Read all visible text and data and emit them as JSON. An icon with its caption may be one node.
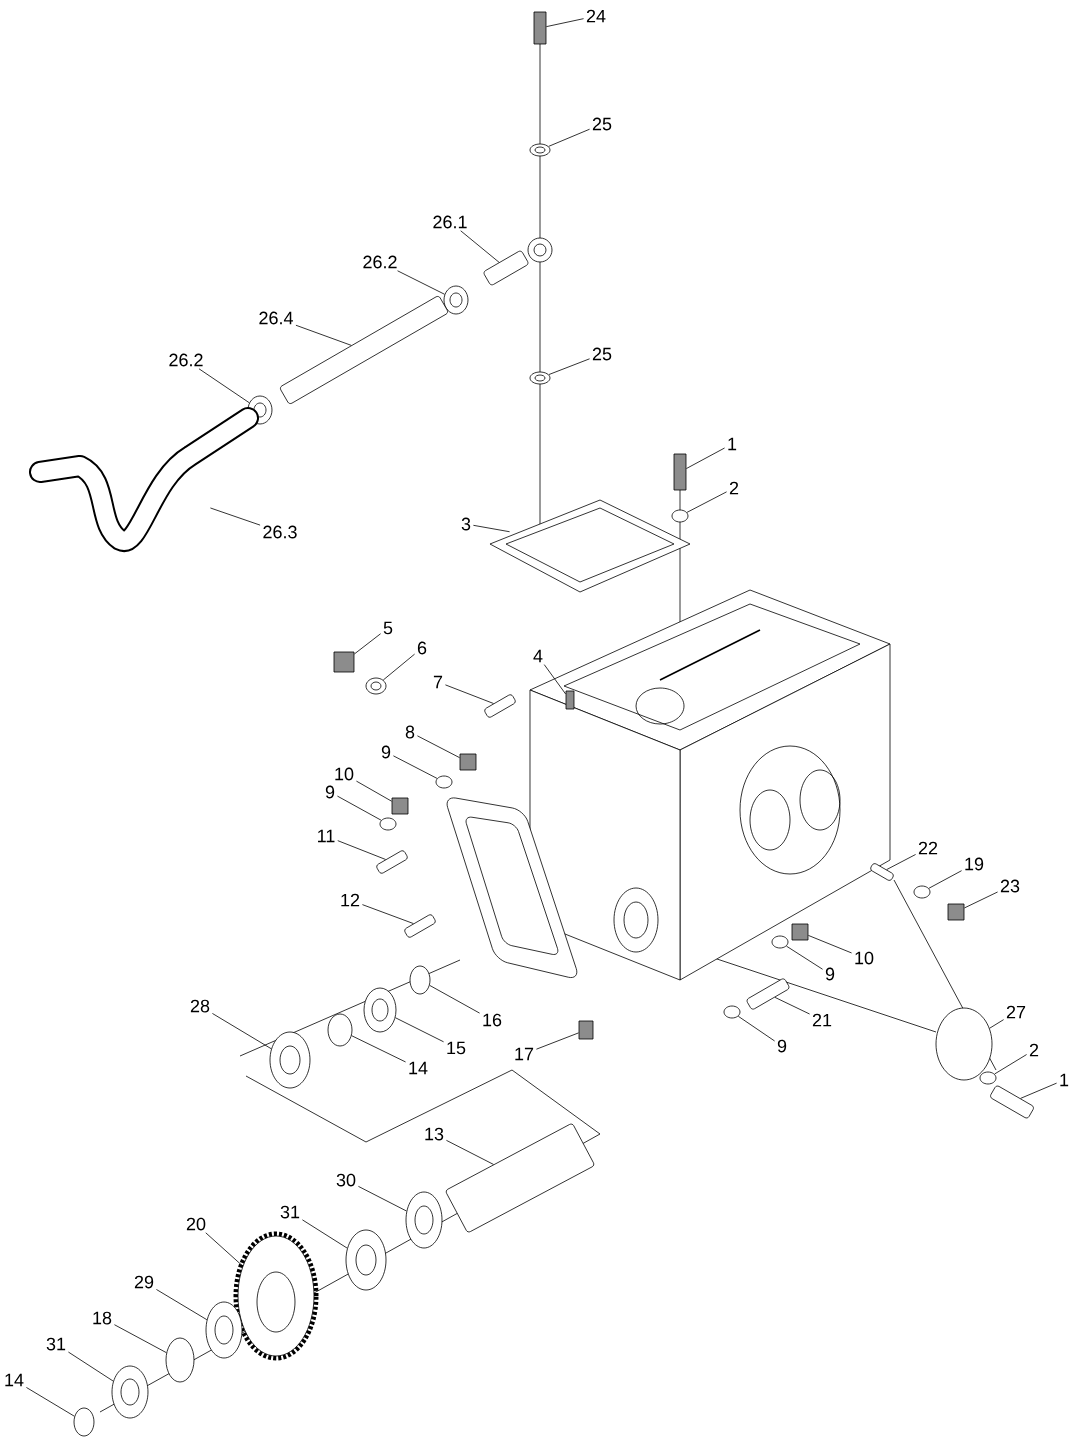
{
  "diagram": {
    "nodes": [
      {
        "text": [
          "24"
        ]
      },
      {
        "text": [
          "25"
        ]
      },
      {
        "text": [
          "26.1"
        ]
      },
      {
        "text": [
          "26.2"
        ]
      },
      {
        "text": [
          "26.4"
        ]
      },
      {
        "text": [
          "26.2"
        ]
      },
      {
        "text": [
          "26.3"
        ]
      },
      {
        "text": [
          "25"
        ]
      },
      {
        "text": [
          "1"
        ]
      },
      {
        "text": [
          "2"
        ]
      },
      {
        "text": [
          "3"
        ]
      },
      {
        "text": [
          "5"
        ]
      },
      {
        "text": [
          "6"
        ]
      },
      {
        "text": [
          "4"
        ]
      },
      {
        "text": [
          "7"
        ]
      },
      {
        "text": [
          "8"
        ]
      },
      {
        "text": [
          "9"
        ]
      },
      {
        "text": [
          "10"
        ]
      },
      {
        "text": [
          "9"
        ]
      },
      {
        "text": [
          "11"
        ]
      },
      {
        "text": [
          "12"
        ]
      },
      {
        "text": [
          "22"
        ]
      },
      {
        "text": [
          "19"
        ]
      },
      {
        "text": [
          "23"
        ]
      },
      {
        "text": [
          "10"
        ]
      },
      {
        "text": [
          "9"
        ]
      },
      {
        "text": [
          "21"
        ]
      },
      {
        "text": [
          "9"
        ]
      },
      {
        "text": [
          "17"
        ]
      },
      {
        "text": [
          "16"
        ]
      },
      {
        "text": [
          "15"
        ]
      },
      {
        "text": [
          "14"
        ]
      },
      {
        "text": [
          "28"
        ]
      },
      {
        "text": [
          "27"
        ]
      },
      {
        "text": [
          "2"
        ]
      },
      {
        "text": [
          "1"
        ]
      },
      {
        "text": [
          "13"
        ]
      },
      {
        "text": [
          "30"
        ]
      },
      {
        "text": [
          "31"
        ]
      },
      {
        "text": [
          "20"
        ]
      },
      {
        "text": [
          "29"
        ]
      },
      {
        "text": [
          "18"
        ]
      },
      {
        "text": [
          "31"
        ]
      },
      {
        "text": [
          "14"
        ]
      },
      {
        "text": [],
        "shape": "box"
      },
      {
        "text": [],
        "shape": "circle"
      },
      {
        "text": [],
        "shape": "bar"
      },
      {
        "text": [],
        "shape": "circle"
      },
      {
        "text": [],
        "shape": "bar"
      },
      {
        "text": [],
        "shape": "circle"
      },
      {
        "text": [],
        "shape": "picture"
      },
      {
        "text": [],
        "shape": "circle"
      },
      {
        "text": [],
        "shape": "box"
      },
      {
        "text": [],
        "shape": "circle"
      },
      {
        "text": [],
        "shape": "picture"
      },
      {
        "text": [],
        "shape": "box"
      },
      {
        "text": [],
        "shape": "circle"
      },
      {
        "text": [],
        "shape": "box"
      },
      {
        "text": [],
        "shape": "bar"
      },
      {
        "text": [],
        "shape": "box"
      },
      {
        "text": [],
        "shape": "circle"
      },
      {
        "text": [],
        "shape": "box"
      },
      {
        "text": [],
        "shape": "circle"
      },
      {
        "text": [],
        "shape": "bar"
      },
      {
        "text": [],
        "shape": "bar"
      },
      {
        "text": [],
        "shape": "bar"
      },
      {
        "text": [],
        "shape": "circle"
      },
      {
        "text": [],
        "shape": "box"
      },
      {
        "text": [],
        "shape": "box"
      },
      {
        "text": [],
        "shape": "circle"
      },
      {
        "text": [],
        "shape": "bar"
      },
      {
        "text": [],
        "shape": "circle"
      },
      {
        "text": [],
        "shape": "box"
      },
      {
        "text": [],
        "shape": "circle"
      },
      {
        "text": [],
        "shape": "circle"
      },
      {
        "text": [],
        "shape": "circle"
      },
      {
        "text": [],
        "shape": "circle"
      },
      {
        "text": [],
        "shape": "circle"
      },
      {
        "text": [],
        "shape": "circle"
      },
      {
        "text": [],
        "shape": "bar"
      },
      {
        "text": [],
        "shape": "bar"
      },
      {
        "text": [],
        "shape": "circle"
      },
      {
        "text": [],
        "shape": "circle"
      },
      {
        "text": [],
        "shape": "circle"
      },
      {
        "text": [],
        "shape": "circle"
      },
      {
        "text": [],
        "shape": "circle"
      },
      {
        "text": [],
        "shape": "circle"
      },
      {
        "text": [],
        "shape": "circle"
      }
    ],
    "edges": [
      {
        "from": 0,
        "to": 44,
        "arrow": "none"
      },
      {
        "from": 1,
        "to": 45,
        "arrow": "none"
      },
      {
        "from": 2,
        "to": 46,
        "arrow": "none"
      },
      {
        "from": 3,
        "to": 47,
        "arrow": "none"
      },
      {
        "from": 4,
        "to": 48,
        "arrow": "none"
      },
      {
        "from": 5,
        "to": 49,
        "arrow": "none"
      },
      {
        "from": 6,
        "to": 50,
        "arrow": "none"
      },
      {
        "from": 7,
        "to": 51,
        "arrow": "none"
      },
      {
        "from": 8,
        "to": 52,
        "arrow": "none"
      },
      {
        "from": 9,
        "to": 53,
        "arrow": "none"
      },
      {
        "from": 10,
        "to": 54,
        "arrow": "none"
      },
      {
        "from": 11,
        "to": 55,
        "arrow": "none"
      },
      {
        "from": 12,
        "to": 56,
        "arrow": "none"
      },
      {
        "from": 13,
        "to": 57,
        "arrow": "none"
      },
      {
        "from": 14,
        "to": 58,
        "arrow": "none"
      },
      {
        "from": 15,
        "to": 59,
        "arrow": "none"
      },
      {
        "from": 16,
        "to": 60,
        "arrow": "none"
      },
      {
        "from": 17,
        "to": 61,
        "arrow": "none"
      },
      {
        "from": 18,
        "to": 62,
        "arrow": "none"
      },
      {
        "from": 19,
        "to": 63,
        "arrow": "none"
      },
      {
        "from": 20,
        "to": 64,
        "arrow": "none"
      },
      {
        "from": 21,
        "to": 65,
        "arrow": "none"
      },
      {
        "from": 22,
        "to": 66,
        "arrow": "none"
      },
      {
        "from": 23,
        "to": 67,
        "arrow": "none"
      },
      {
        "from": 24,
        "to": 68,
        "arrow": "none"
      },
      {
        "from": 25,
        "to": 69,
        "arrow": "none"
      },
      {
        "from": 26,
        "to": 70,
        "arrow": "none"
      },
      {
        "from": 27,
        "to": 71,
        "arrow": "none"
      },
      {
        "from": 28,
        "to": 72,
        "arrow": "none"
      },
      {
        "from": 29,
        "to": 73,
        "arrow": "none"
      },
      {
        "from": 30,
        "to": 74,
        "arrow": "none"
      },
      {
        "from": 31,
        "to": 75,
        "arrow": "none"
      },
      {
        "from": 32,
        "to": 76,
        "arrow": "none"
      },
      {
        "from": 33,
        "to": 77,
        "arrow": "none"
      },
      {
        "from": 34,
        "to": 78,
        "arrow": "none"
      },
      {
        "from": 35,
        "to": 79,
        "arrow": "none"
      },
      {
        "from": 36,
        "to": 80,
        "arrow": "none"
      },
      {
        "from": 37,
        "to": 81,
        "arrow": "none"
      },
      {
        "from": 38,
        "to": 82,
        "arrow": "none"
      },
      {
        "from": 39,
        "to": 83,
        "arrow": "none"
      },
      {
        "from": 40,
        "to": 84,
        "arrow": "none"
      },
      {
        "from": 41,
        "to": 85,
        "arrow": "none"
      },
      {
        "from": 42,
        "to": 86,
        "arrow": "none"
      },
      {
        "from": 43,
        "to": 87,
        "arrow": "none"
      }
    ]
  }
}
